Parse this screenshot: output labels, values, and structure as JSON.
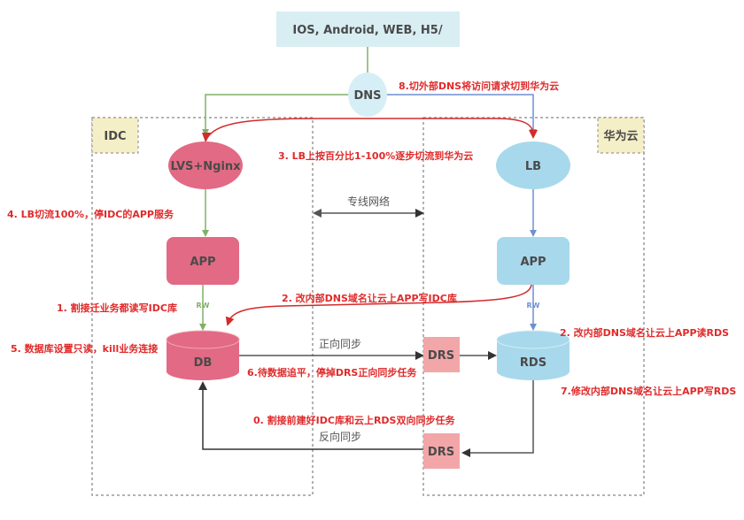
{
  "colors": {
    "client_fill": "#d8eef3",
    "dns_fill": "#d6eef6",
    "idc_fill": "#e26a84",
    "cloud_fill": "#a8d8ec",
    "drs_fill": "#f2a6a8",
    "region_tag_fill": "#f5efc8",
    "annotation": "#e02a2a",
    "green_line": "#7fb069",
    "blue_line": "#6f8fd0",
    "dark_line": "#555555"
  },
  "clients": {
    "label": "IOS, Android, WEB, H5/"
  },
  "dns": {
    "label": "DNS"
  },
  "regions": {
    "idc": {
      "label": "IDC"
    },
    "cloud": {
      "label": "华为云"
    }
  },
  "idc_nodes": {
    "lb": "LVS+Nginx",
    "app": "APP",
    "db": "DB",
    "rw": "RW"
  },
  "cloud_nodes": {
    "lb": "LB",
    "app": "APP",
    "db": "RDS",
    "rw": "RW"
  },
  "links": {
    "dedicated_network": "专线网络",
    "forward_sync": "正向同步",
    "reverse_sync": "反向同步",
    "drs_forward": "DRS",
    "drs_reverse": "DRS"
  },
  "annotations": {
    "step0": "0. 割接前建好IDC库和云上RDS双向同步任务",
    "step1": "1. 割接迁业务都读写IDC库",
    "step2_write": "2. 改内部DNS域名让云上APP写IDC库",
    "step2_read": "2. 改内部DNS域名让云上APP读RDS",
    "step3": "3. LB上按百分比1-100%逐步切流到华为云",
    "step4": "4. LB切流100%，停IDC的APP服务",
    "step5": "5. 数据库设置只读，kill业务连接",
    "step6": "6.待数据追平，停掉DRS正向同步任务",
    "step7": "7.修改内部DNS域名让云上APP写RDS",
    "step8": "8.切外部DNS将访问请求切到华为云"
  }
}
